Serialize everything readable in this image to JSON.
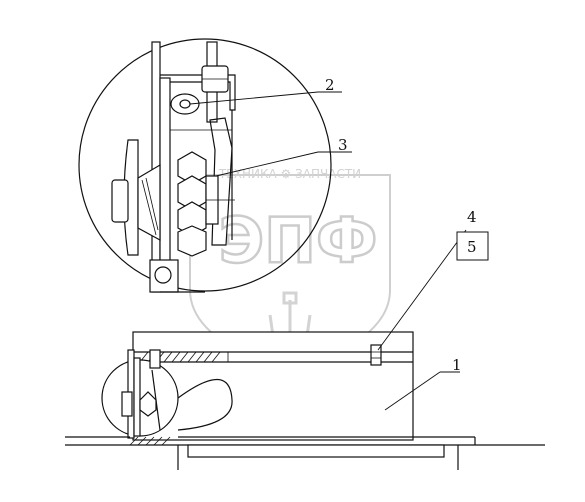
{
  "watermark": {
    "top_text": "ТЕХНИКА ⚙ ЗАПЧАСТИ",
    "center_text": "ЭПФ"
  },
  "callouts": {
    "c1": "1",
    "c2": "2",
    "c3": "3",
    "c4": "4",
    "c5": "5"
  }
}
